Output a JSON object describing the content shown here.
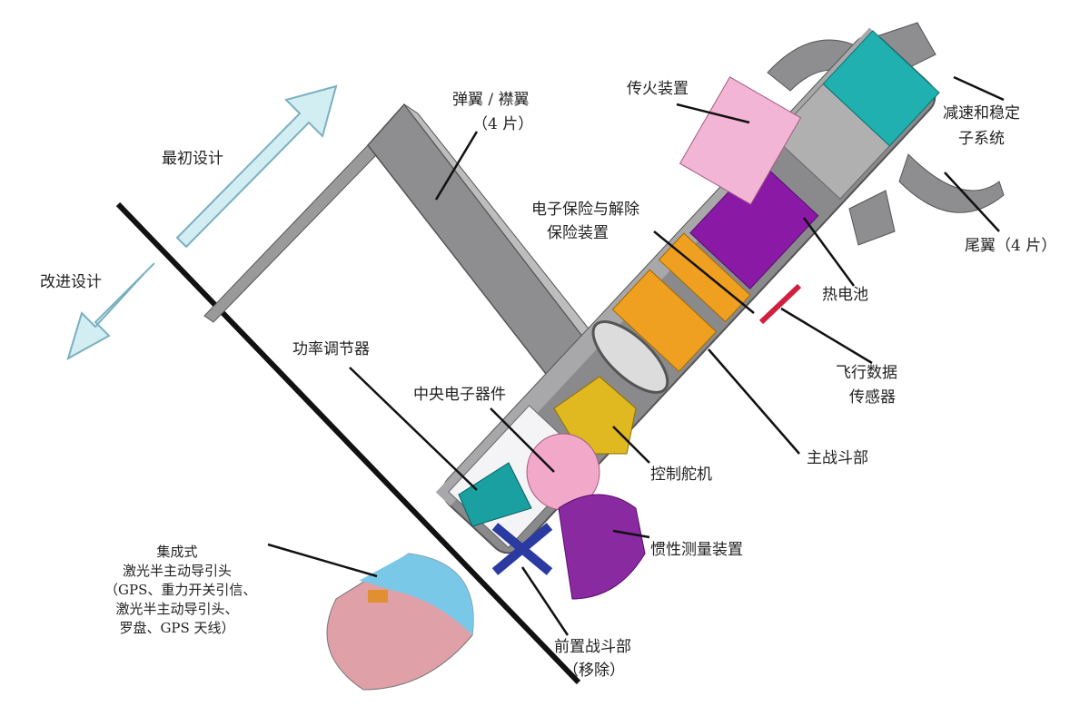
{
  "arrows": {
    "initial_design": "最初设计",
    "improved_design": "改进设计"
  },
  "labels": {
    "fins_line1": "弹翼 / 襟翼",
    "fins_line2": "（4 片）",
    "fire_transfer": "传火装置",
    "decel_line1": "减速和稳定",
    "decel_line2": "子系统",
    "tail_fins": "尾翼（4 片）",
    "safe_arm_line1": "电子保险与解除",
    "safe_arm_line2": "保险装置",
    "thermal_battery": "热电池",
    "flight_sensor_line1": "飞行数据",
    "flight_sensor_line2": "传感器",
    "main_warhead": "主战斗部",
    "power_regulator": "功率调节器",
    "central_electronics": "中央电子器件",
    "control_actuator": "控制舵机",
    "imu": "惯性测量装置",
    "seeker_line1": "集成式",
    "seeker_line2": "激光半主动导引头",
    "seeker_line3": "（GPS、重力开关引信、",
    "seeker_line4": "激光半主动导引头、",
    "seeker_line5": "罗盘、GPS 天线）",
    "front_warhead_line1": "前置战斗部",
    "front_warhead_line2": "（移除）"
  },
  "colors": {
    "body": "#8a8a8c",
    "arrow": "#d2eef2",
    "battery": "#8a1aa6",
    "warhead": "#f0a020",
    "servo": "#e0b820",
    "electronics": "#f2a8c8",
    "imu": "#8a2aa0",
    "power": "#1aa0a0",
    "fire": "#f3b5d5",
    "decel": "#20b0b0"
  }
}
